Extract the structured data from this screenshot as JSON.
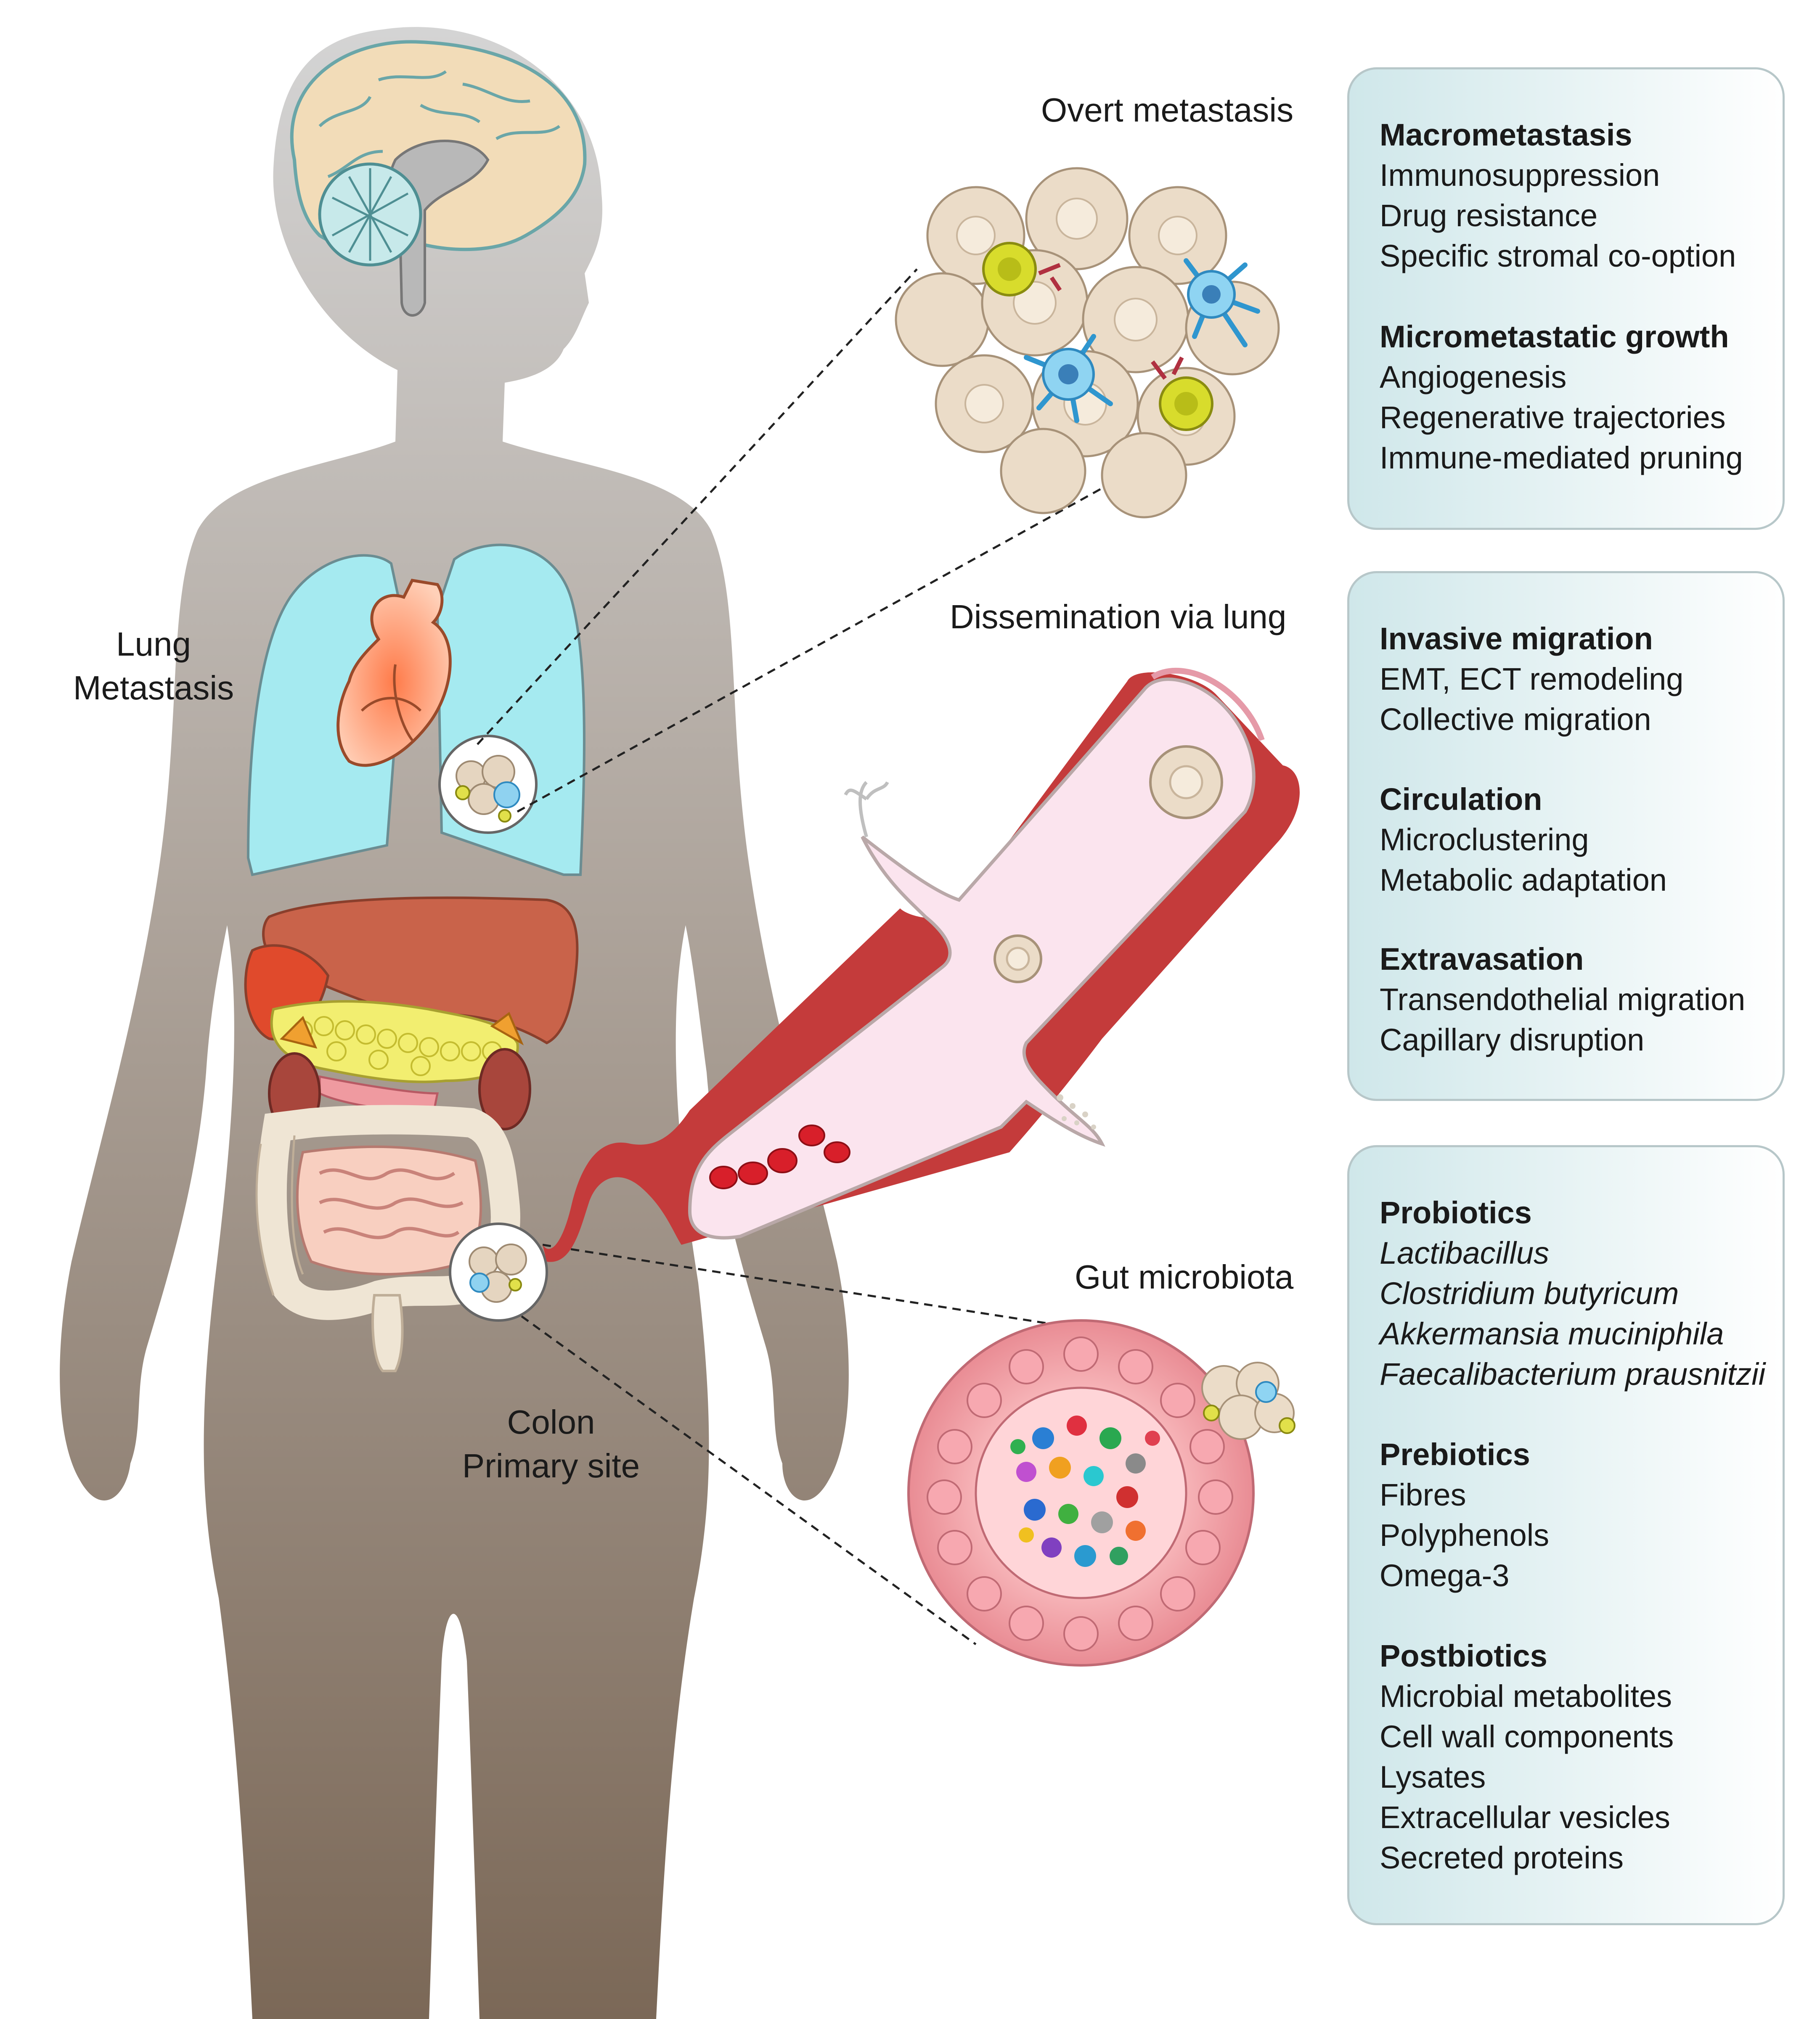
{
  "labels": {
    "lung_metastasis": [
      "Lung",
      "Metastasis"
    ],
    "colon_primary": [
      "Colon",
      "Primary site"
    ],
    "overt_metastasis": "Overt metastasis",
    "dissemination": "Dissemination via lung",
    "gut_microbiota": "Gut microbiota"
  },
  "panels": [
    {
      "groups": [
        {
          "title": "Macrometastasis",
          "items": [
            "Immunosuppression",
            "Drug resistance",
            "Specific stromal co-option"
          ],
          "italic": false
        },
        {
          "title": "Micrometastatic growth",
          "items": [
            "Angiogenesis",
            "Regenerative trajectories",
            "Immune-mediated pruning"
          ],
          "italic": false
        }
      ]
    },
    {
      "groups": [
        {
          "title": "Invasive migration",
          "items": [
            "EMT, ECT remodeling",
            "Collective migration"
          ],
          "italic": false
        },
        {
          "title": "Circulation",
          "items": [
            "Microclustering",
            "Metabolic adaptation"
          ],
          "italic": false
        },
        {
          "title": "Extravasation",
          "items": [
            "Transendothelial migration",
            "Capillary disruption"
          ],
          "italic": false
        }
      ]
    },
    {
      "groups": [
        {
          "title": "Probiotics",
          "items": [
            "Lactibacillus",
            "Clostridium butyricum",
            "Akkermansia muciniphila",
            "Faecalibacterium prausnitzii"
          ],
          "italic": true
        },
        {
          "title": "Prebiotics",
          "items": [
            "Fibres",
            "Polyphenols",
            "Omega-3"
          ],
          "italic": false
        },
        {
          "title": "Postbiotics",
          "items": [
            "Microbial metabolites",
            "Cell wall components",
            "Lysates",
            "Extracellular vesicles",
            "Secreted proteins"
          ],
          "italic": false
        }
      ]
    }
  ],
  "colors": {
    "body_top": "#cfcfcf",
    "body_bottom": "#7e6b5a",
    "lung": "#9fe8ee",
    "liver": "#c8654a",
    "pancreas": "#f1ef6f",
    "kidney": "#a8463c",
    "intestine": "#f7c9b8",
    "colon": "#f1e7d8",
    "vessel": "#c03a3a",
    "vessel_lumen": "#fbe3ec",
    "rbc": "#d8202a",
    "tumor_cell": "#e8d8c2",
    "immune_cell": "#42a5d8",
    "t_cell": "#d7db2b",
    "panel_bg": "#d8edef"
  }
}
